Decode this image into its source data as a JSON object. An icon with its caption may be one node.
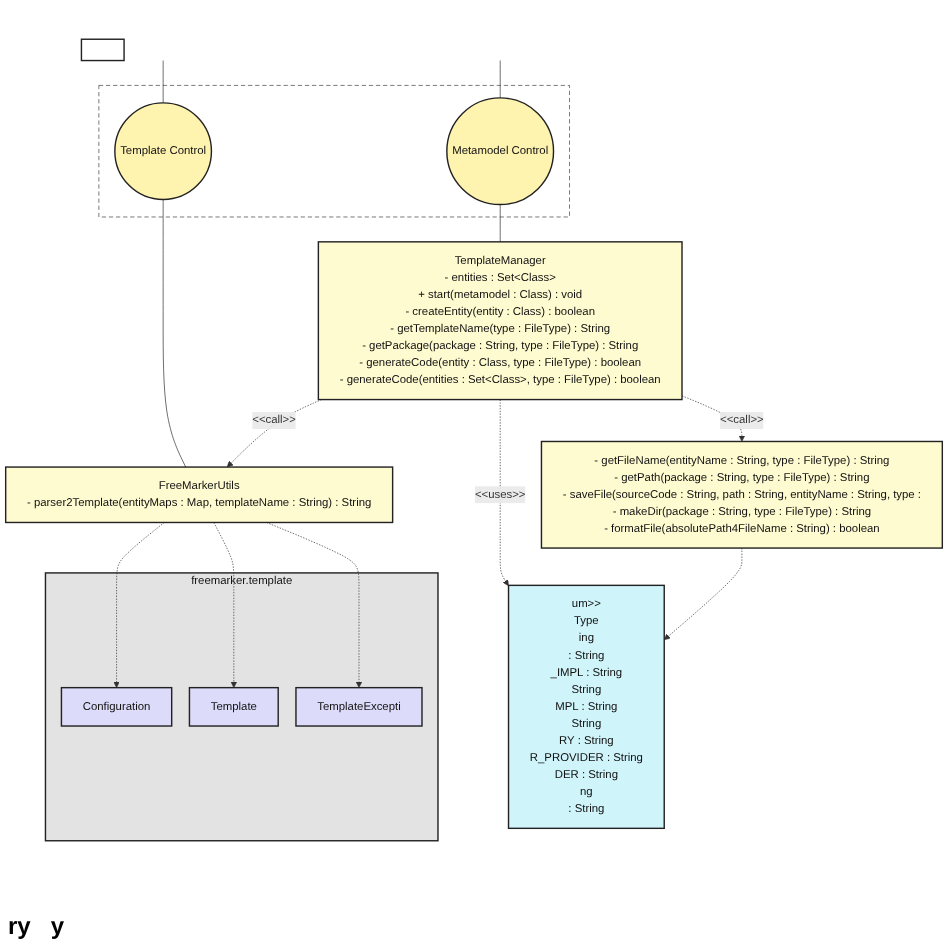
{
  "diagram": {
    "nodes": [
      {
        "text": [
          "- getFileName(entityName : String, type : FileType) : String",
          "- getPath(package : String, type : FileType) : String",
          "- saveFile(sourceCode : String, path : String, entityName : String, type :",
          "- makeDir(package : String, type : FileType) : String",
          "- formatFile(absolutePath4FileName : String) : boolean"
        ]
      },
      {
        "text": [
          "um>>",
          "Type",
          "ing",
          ": String",
          "_IMPL : String",
          "String",
          "MPL : String",
          "String",
          "RY : String",
          "R_PROVIDER : String",
          "DER : String",
          "ng",
          ": String"
        ]
      },
      {
        "text": [
          "TemplateManager",
          "- entities : Set<Class>",
          "+ start(metamodel : Class) : void",
          "- createEntity(entity : Class) : boolean",
          "- getTemplateName(type : FileType) : String",
          "- getPackage(package : String, type : FileType) : String",
          "- generateCode(entity : Class, type : FileType) : boolean",
          "- generateCode(entities : Set<Class>, type : FileType) : boolean"
        ]
      },
      {
        "text": [],
        "shape": "box"
      },
      {
        "text": [],
        "shape": "box"
      },
      {
        "text": [
          "Metamodel Control"
        ],
        "in": 4
      },
      {
        "text": [
          "Template Control"
        ],
        "in": 4
      },
      {
        "text": [
          "FreeMarkerUtils",
          "- parser2Template(entityMaps : Map, templateName : String) : String"
        ]
      },
      {
        "text": [
          "freemarker.template"
        ]
      },
      {
        "text": [
          "Configuration"
        ],
        "in": 8
      },
      {
        "text": [
          "Template"
        ],
        "in": 8
      },
      {
        "text": [
          "TemplateExcepti"
        ],
        "in": 8
      }
    ],
    "edges": [
      {
        "from": 2,
        "to": 0,
        "arrow": "to",
        "label": "<<call>>",
        "style": "dashed"
      },
      {
        "from": 0,
        "to": 1,
        "arrow": "to",
        "style": "dashed"
      },
      {
        "from": 2,
        "to": 1,
        "arrow": "to",
        "label": "<<uses>>",
        "style": "dashed"
      },
      {
        "from": 2,
        "to": 7,
        "arrow": "to",
        "label": "<<call>>",
        "style": "dashed"
      },
      {
        "from": 2,
        "to": 5,
        "arrow": "none"
      },
      {
        "from": 7,
        "to": 6,
        "arrow": "none"
      },
      {
        "from": null,
        "to": 5,
        "arrow": "none"
      },
      {
        "from": null,
        "to": 6,
        "arrow": "none"
      },
      {
        "from": 7,
        "to": 9,
        "arrow": "to",
        "style": "dashed"
      },
      {
        "from": 7,
        "to": 10,
        "arrow": "to",
        "style": "dashed"
      },
      {
        "from": 7,
        "to": 11,
        "arrow": "to",
        "style": "dashed"
      }
    ],
    "labels": [
      "ry",
      "y"
    ]
  }
}
